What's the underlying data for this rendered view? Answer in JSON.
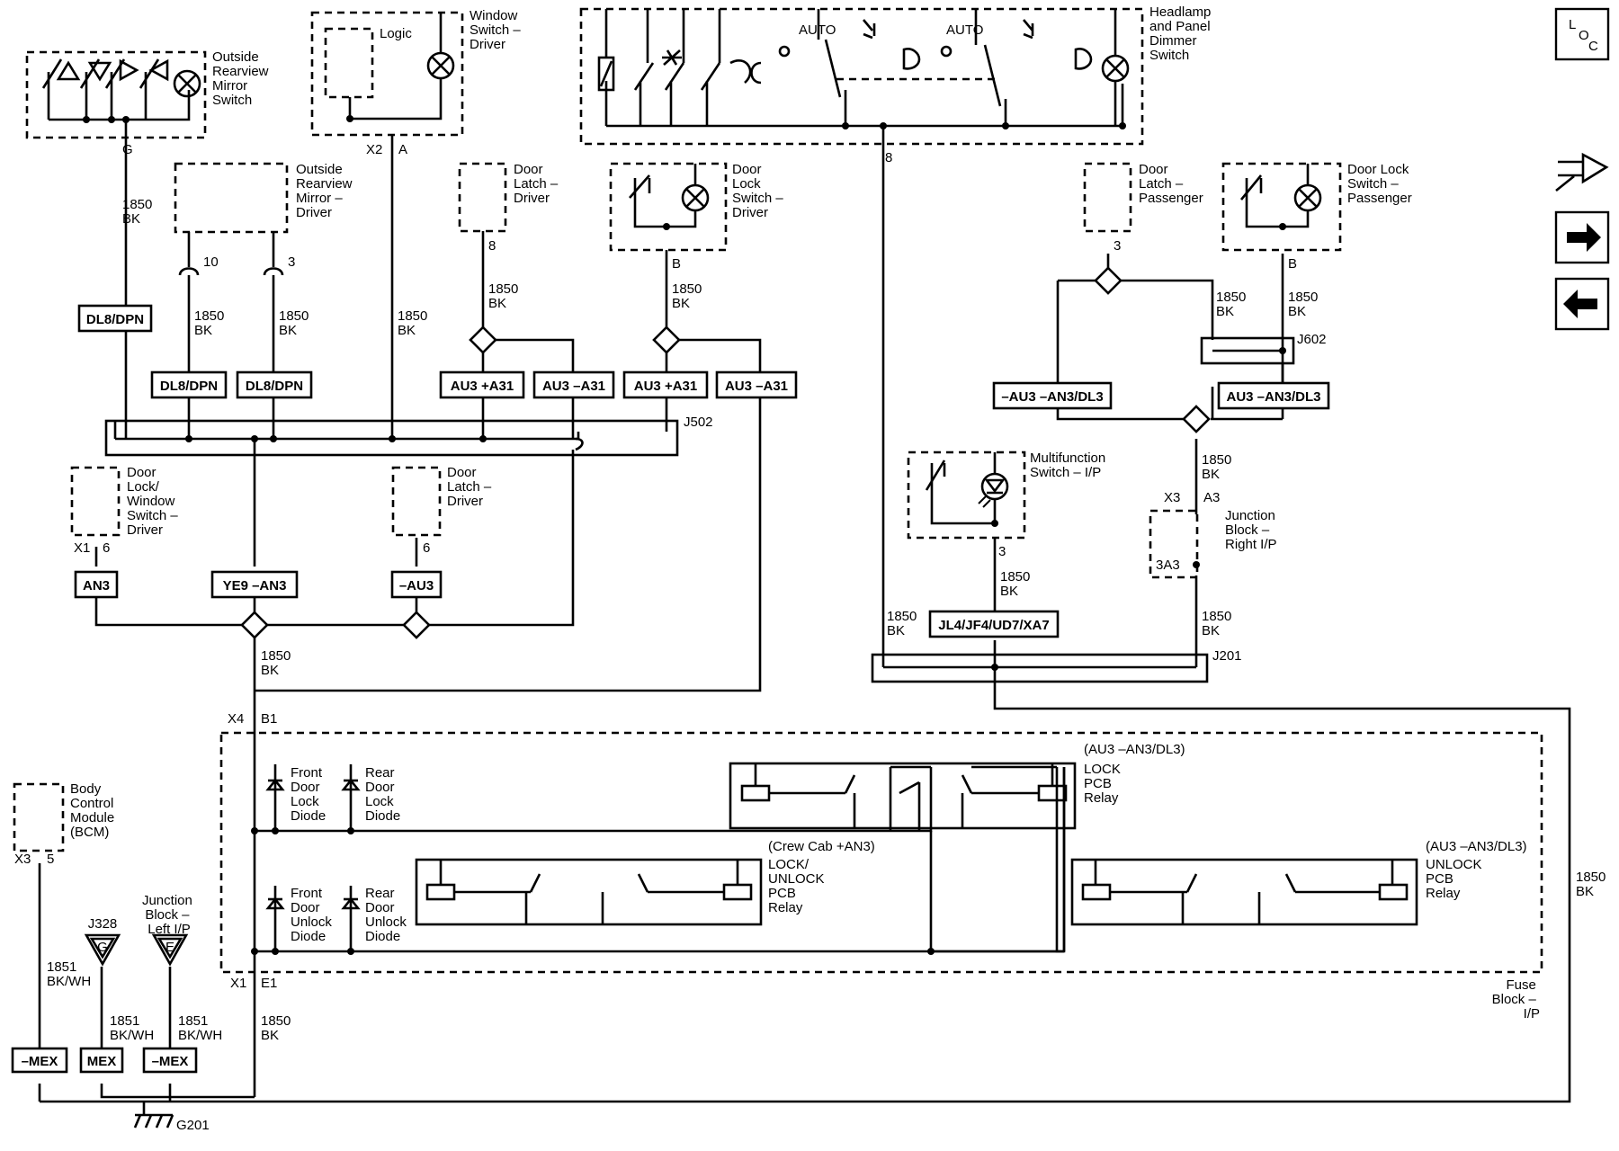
{
  "components": {
    "mirror_switch": [
      "Outside",
      "Rearview",
      "Mirror",
      "Switch"
    ],
    "window_switch": [
      "Window",
      "Switch –",
      "Driver"
    ],
    "logic": "Logic",
    "headlamp_switch": [
      "Headlamp",
      "and Panel",
      "Dimmer",
      "Switch"
    ],
    "auto1": "AUTO",
    "auto2": "AUTO",
    "mirror_driver": [
      "Outside",
      "Rearview",
      "Mirror –",
      "Driver"
    ],
    "door_latch_driver_top": [
      "Door",
      "Latch –",
      "Driver"
    ],
    "door_lock_switch_driver": [
      "Door",
      "Lock",
      "Switch –",
      "Driver"
    ],
    "door_latch_passenger": [
      "Door",
      "Latch –",
      "Passenger"
    ],
    "door_lock_switch_passenger": [
      "Door Lock",
      "Switch –",
      "Passenger"
    ],
    "door_lock_window_switch": [
      "Door",
      "Lock/",
      "Window",
      "Switch –",
      "Driver"
    ],
    "door_latch_driver_mid": [
      "Door",
      "Latch –",
      "Driver"
    ],
    "multifunction_switch": [
      "Multifunction",
      "Switch – I/P"
    ],
    "junction_block_right": [
      "Junction",
      "Block –",
      "Right I/P"
    ],
    "bcm": [
      "Body",
      "Control",
      "Module",
      "(BCM)"
    ],
    "junction_block_left": [
      "Junction",
      "Block –",
      "Left I/P"
    ],
    "fuse_block": [
      "Fuse",
      "Block –",
      "I/P"
    ],
    "front_door_lock_diode": [
      "Front",
      "Door",
      "Lock",
      "Diode"
    ],
    "rear_door_lock_diode": [
      "Rear",
      "Door",
      "Lock",
      "Diode"
    ],
    "front_door_unlock_diode": [
      "Front",
      "Door",
      "Unlock",
      "Diode"
    ],
    "rear_door_unlock_diode": [
      "Rear",
      "Door",
      "Unlock",
      "Diode"
    ],
    "lock_relay": [
      "LOCK",
      "PCB",
      "Relay"
    ],
    "lock_relay_option": "(AU3 –AN3/DL3)",
    "lock_unlock_relay": [
      "LOCK/",
      "UNLOCK",
      "PCB",
      "Relay"
    ],
    "lock_unlock_relay_option": "(Crew Cab +AN3)",
    "unlock_relay": [
      "UNLOCK",
      "PCB",
      "Relay"
    ],
    "unlock_relay_option": "(AU3 –AN3/DL3)"
  },
  "pins": {
    "mirror_switch": "G",
    "window_switch_conn": "X2",
    "window_switch_pin": "A",
    "headlamp": "8",
    "mirror_driver_a": "10",
    "mirror_driver_b": "3",
    "door_latch_driver_top": "8",
    "door_lock_switch_driver": "B",
    "door_latch_passenger": "3",
    "door_lock_switch_passenger": "B",
    "door_lock_window_conn": "X1",
    "door_lock_window_pin": "6",
    "door_latch_driver_mid": "6",
    "multifunction": "3",
    "junction_right_conn": "X3",
    "junction_right_pin": "A3",
    "junction_right_internal": "3A3",
    "fuse_block_top_conn": "X4",
    "fuse_block_top_pin": "B1",
    "fuse_block_bottom_conn": "X1",
    "fuse_block_bottom_pin": "E1",
    "bcm_conn": "X3",
    "bcm_pin": "5",
    "j328": "J328",
    "j328_pin": "G",
    "junction_left_pin": "E"
  },
  "splices": {
    "j502": "J502",
    "j602": "J602",
    "j201": "J201",
    "ground": "G201"
  },
  "wires": {
    "gauge_1850": "1850",
    "color_bk": "BK",
    "gauge_1851": "1851",
    "color_bkwh": "BK/WH"
  },
  "option_tags": {
    "dl8_dpn_1": "DL8/DPN",
    "dl8_dpn_2": "DL8/DPN",
    "dl8_dpn_3": "DL8/DPN",
    "au3_a31_1": "AU3 +A31",
    "au3_na31_1": "AU3 –A31",
    "au3_a31_2": "AU3 +A31",
    "au3_na31_2": "AU3 –A31",
    "nau3_an3_dl3": "–AU3 –AN3/DL3",
    "au3_an3_dl3": "AU3 –AN3/DL3",
    "an3": "AN3",
    "ye9_an3": "YE9 –AN3",
    "nau3": "–AU3",
    "jl4": "JL4/JF4/UD7/XA7",
    "nmex_1": "–MEX",
    "mex": "MEX",
    "nmex_2": "–MEX"
  },
  "nav": {
    "loc_l": "L",
    "loc_o": "O",
    "loc_c": "C"
  }
}
